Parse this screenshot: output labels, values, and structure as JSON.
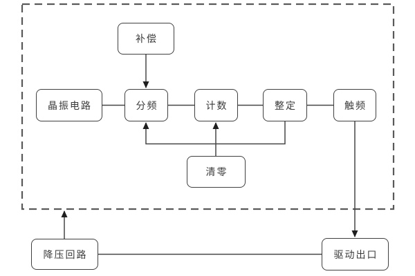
{
  "diagram": {
    "nodes": {
      "compensation": {
        "label": "补偿"
      },
      "crystal": {
        "label": "晶振电路"
      },
      "divider": {
        "label": "分频"
      },
      "counter": {
        "label": "计数"
      },
      "setting": {
        "label": "整定"
      },
      "trigger": {
        "label": "触频"
      },
      "clear": {
        "label": "清零"
      },
      "stepdown": {
        "label": "降压回路"
      },
      "drive": {
        "label": "驱动出口"
      }
    },
    "edges": [
      {
        "from": "compensation",
        "to": "divider",
        "arrow": true
      },
      {
        "from": "crystal",
        "to": "divider",
        "arrow": false
      },
      {
        "from": "divider",
        "to": "counter",
        "arrow": false
      },
      {
        "from": "counter",
        "to": "setting",
        "arrow": false
      },
      {
        "from": "setting",
        "to": "trigger",
        "arrow": false
      },
      {
        "from": "setting",
        "to": "divider",
        "arrow": true,
        "note": "feedback via bottom bus"
      },
      {
        "from": "clear",
        "to": "counter",
        "arrow": true
      },
      {
        "from": "trigger",
        "to": "drive",
        "arrow": true
      },
      {
        "from": "stepdown",
        "to": "dashed-boundary",
        "arrow": true
      },
      {
        "from": "stepdown",
        "to": "drive",
        "arrow": false
      }
    ],
    "colors": {
      "background": "#ffffff",
      "box_border": "#3f3f3f",
      "text": "#3a3a3a",
      "wire": "#454545",
      "arrowhead": "#1f1f1f",
      "dashed_border": "#595959"
    }
  }
}
